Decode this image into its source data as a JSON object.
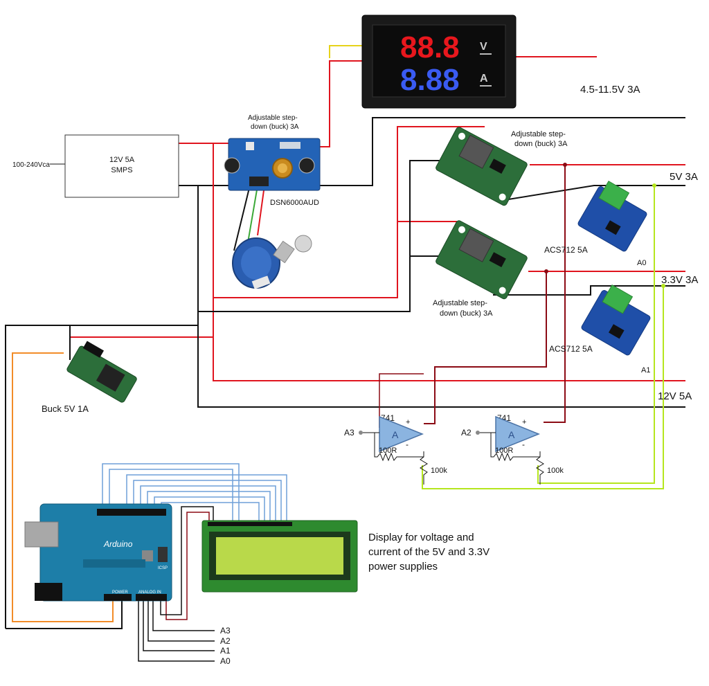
{
  "mains_label": "100-240Vca",
  "smps": {
    "line1": "12V 5A",
    "line2": "SMPS"
  },
  "main_buck": {
    "caption_line1": "Adjustable step-",
    "caption_line2": "down (buck) 3A",
    "model": "DSN6000AUD"
  },
  "meter": {
    "volt_digits": "88.8",
    "amp_digits": "8.88",
    "volt_unit": "V",
    "amp_unit": "A"
  },
  "outputs": {
    "adjustable": "4.5-11.5V  3A",
    "five": "5V  3A",
    "three": "3.3V  3A",
    "twelve": "12V  5A"
  },
  "buck_5v3a": {
    "caption_line1": "Adjustable step-",
    "caption_line2": "down (buck) 3A"
  },
  "buck_3v3": {
    "caption_line1": "Adjustable step-",
    "caption_line2": "down (buck) 3A"
  },
  "acs1": {
    "label": "ACS712 5A",
    "pin": "A0"
  },
  "acs2": {
    "label": "ACS712 5A",
    "pin": "A1"
  },
  "buck_5v1a": {
    "label": "Buck 5V 1A"
  },
  "opamp1": {
    "model": "741",
    "symbol": "A",
    "plus": "+",
    "minus": "-",
    "rf": "100R",
    "r1": "100k",
    "output": "A3"
  },
  "opamp2": {
    "model": "741",
    "symbol": "A",
    "plus": "+",
    "minus": "-",
    "rf": "100R",
    "r1": "100k",
    "output": "A2"
  },
  "arduino": {
    "name": "Arduino",
    "power_label": "POWER",
    "analog_label": "ANALOG IN",
    "icsp": "ICSP"
  },
  "display_caption": {
    "line1": "Display for voltage and",
    "line2": "current of the 5V and 3.3V",
    "line3": "power supplies"
  },
  "analog_pins": [
    "A3",
    "A2",
    "A1",
    "A0"
  ],
  "colors": {
    "red_wire": "#e0141e",
    "black_wire": "#111111",
    "dark_red_wire": "#8b0a14",
    "green_wire": "#b5e61d",
    "blue_wire": "#6f9fd8",
    "orange_wire": "#f28c28",
    "pcb_green": "#2c6e3a",
    "arduino_blue": "#1d7ea8",
    "lcd_green": "#b9d94a"
  }
}
